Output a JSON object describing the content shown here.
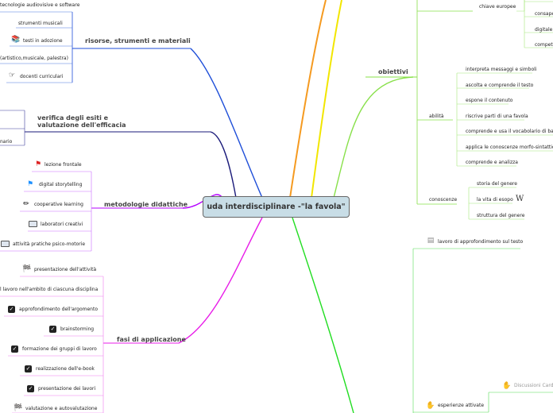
{
  "root": {
    "label": "uda interdisciplinare -\"la favola\""
  },
  "branches": {
    "risorse": {
      "label": "risorse, strumenti e materiali",
      "color": "#1e4ed8",
      "items": [
        "tecnologie audiovisive e software",
        "strumenti musicali",
        "testi in adozione",
        "(artistico,musicale, palestra)",
        "docenti curriculari"
      ]
    },
    "verifica": {
      "label": "verifica degli esiti e valutazione dell'efficacia",
      "color": "#1a1a7a",
      "items": [
        "",
        "nario"
      ]
    },
    "metodologie": {
      "label": "metodologie didattiche",
      "color": "#b300ff",
      "items": [
        "lezione frontale",
        "digital storytelling",
        "cooperative learning",
        "laboratori creativi",
        "attività pratiche psico-motorie"
      ]
    },
    "fasi": {
      "label": "fasi di applicazione",
      "color": "#e81ce8",
      "items": [
        "presentazione dell'attività",
        "l lavoro nell'ambito di ciascuna disciplina",
        "approfondimento dell'argomento",
        "brainstorming",
        "formazione dei gruppi di lavoro",
        "realizzazione dell'e-book",
        "presentazione dei lavori",
        "valutazione e autovalutazione"
      ]
    },
    "obiettivi": {
      "label": "obiettivi",
      "color": "#88e04a",
      "chiave_label": "chiave europee",
      "chiave_items": [
        "",
        "consape",
        "digitale",
        "compete"
      ],
      "abilita_label": "abilità",
      "abilita_items": [
        "interpreta messaggi e simboli",
        "ascolta e comprende il testo",
        "espone il contenuto",
        "riscrive parti di una favola",
        "comprende e usa il vocabolario di base",
        "applica le conoscenze morfo-sintattiche",
        "comprende e analizza"
      ],
      "conoscenze_label": "conoscenze",
      "conoscenze_items": [
        "storia del genere",
        "la vita di esopo",
        "struttura del genere"
      ]
    },
    "esperienze": {
      "color": "#22dd22",
      "items": [
        "lavoro di approfondimento sul testo",
        "esperienze attivate"
      ],
      "discussion": "Discussioni Cards"
    }
  },
  "colors": {
    "orange": "#f59a20",
    "yellow": "#f2e600",
    "accent_bg": "#c8dde6"
  },
  "icons": [
    "red-flag-icon",
    "blue-flag-icon",
    "pencil-icon",
    "book-icon",
    "checkmark-icon",
    "checkered-flag-icon",
    "hand-pointer-icon",
    "stacked-books-icon",
    "wikipedia-icon",
    "note-icon"
  ]
}
